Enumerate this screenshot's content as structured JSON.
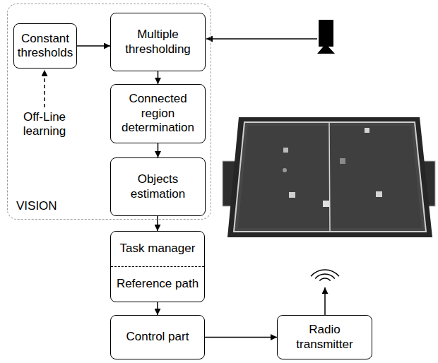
{
  "diagram": {
    "nodes": [
      {
        "text": [
          "VISION"
        ]
      },
      {
        "text": [
          "Constant thresholds"
        ],
        "in": 0
      },
      {
        "text": [
          "Multiple thresholding"
        ],
        "in": 0
      },
      {
        "text": [
          "Connected region determination"
        ],
        "in": 0
      },
      {
        "text": [
          "Objects estimation"
        ],
        "in": 0
      },
      {
        "text": [
          "Task manager",
          "Reference path"
        ]
      },
      {
        "text": [
          "Control part"
        ]
      },
      {
        "text": [
          "Radio transmitter"
        ]
      }
    ],
    "edges": [
      {
        "from": 1,
        "to": 2,
        "arrow": "to"
      },
      {
        "from": 2,
        "to": 3,
        "arrow": "to"
      },
      {
        "from": 3,
        "to": 4,
        "arrow": "to"
      },
      {
        "from": 4,
        "to": 5,
        "arrow": "to"
      },
      {
        "from": 5,
        "to": 6,
        "arrow": "to"
      },
      {
        "from": 6,
        "to": 7,
        "arrow": "to"
      }
    ],
    "labels": [
      "Off-Line learning"
    ]
  }
}
